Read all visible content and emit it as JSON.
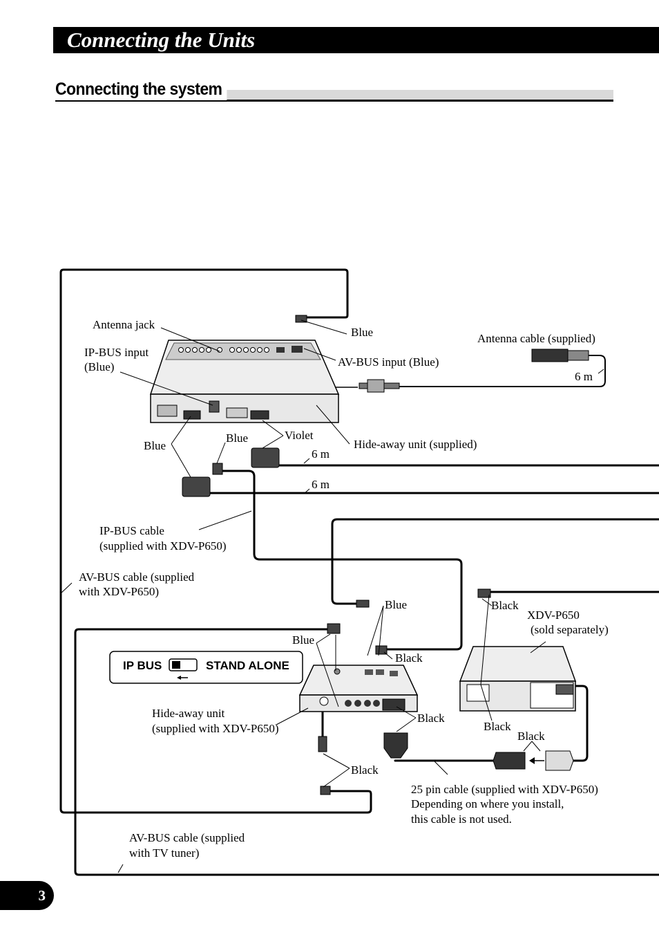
{
  "header": {
    "title": "Connecting the Units"
  },
  "section": {
    "title": "Connecting the system"
  },
  "page": {
    "number": "3"
  },
  "labels": {
    "antenna_jack": "Antenna jack",
    "ipbus_input_1": "IP-BUS input",
    "ipbus_input_2": "(Blue)",
    "blue_top": "Blue",
    "avbus_input": "AV-BUS input (Blue)",
    "antenna_cable": "Antenna cable (supplied)",
    "six_m_antenna": "6 m",
    "blue_left": "Blue",
    "blue_mid": "Blue",
    "violet": "Violet",
    "six_m_1": "6 m",
    "six_m_2": "6 m",
    "hideaway_supplied": "Hide-away unit (supplied)",
    "ipbus_cable_1": "IP-BUS cable",
    "ipbus_cable_2": "(supplied with XDV-P650)",
    "avbus_cable_xdv_1": "AV-BUS cable (supplied",
    "avbus_cable_xdv_2": "with XDV-P650)",
    "blue_lower": "Blue",
    "black_top_right": "Black",
    "xdv_1": "XDV-P650",
    "xdv_2": "(sold separately)",
    "blue_lower_left": "Blue",
    "black_mid": "Black",
    "hideaway_xdv_1": "Hide-away unit",
    "hideaway_xdv_2": "(supplied with XDV-P650)",
    "black_conn": "Black",
    "black_xdv_1": "Black",
    "black_xdv_2": "Black",
    "black_bottom": "Black",
    "pin_cable_1": "25 pin cable (supplied with XDV-P650)",
    "pin_cable_2": "Depending on where you install,",
    "pin_cable_3": "this cable is not used.",
    "avbus_tv_1": "AV-BUS cable (supplied",
    "avbus_tv_2": "with TV tuner)"
  },
  "switch": {
    "left_label": "IP BUS",
    "right_label": "STAND ALONE"
  }
}
